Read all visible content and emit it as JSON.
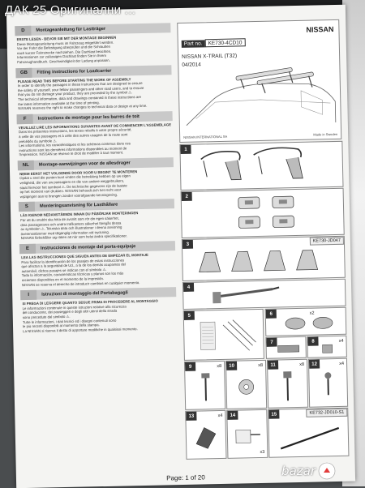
{
  "listing": {
    "title": "ДАК 25 Оригинални ..."
  },
  "header": {
    "brand": "NISSAN",
    "part_label": "Part no.",
    "part_value": "KE730-4CD10",
    "model": "NISSAN X-TRAIL (T32)",
    "date": "04/2014",
    "company": "NISSAN INTERNATIONAL SA",
    "made_in": "Made in Sweden"
  },
  "sections": [
    {
      "code": "D",
      "title": "Montageanleitung für Lastträger",
      "caps": "ERSTE LESEN - BEVOR SIE MIT DER MONTAGE BEGINNEN",
      "lines": [
        "Diese Montageanleitung muss im Fahrzeug mitgeführt werden.",
        "Vor der Fahrt die Befestigung überprüfen und die Schrauben",
        "nach kurzer Fahrstrecke nachziehen. Die Dachlast beachten.",
        "Informationen zur zulässigen Dachlast finden Sie in Ihrem",
        "Fahrzeughandbuch. Geschwindigkeit der Ladung anpassen."
      ]
    },
    {
      "code": "GB",
      "title": "Fitting instructions for Loadcarrier",
      "caps": "PLEASE READ THIS BEFORE STARTING THE WORK OF ASSEMBLY",
      "lines": [
        "In order to identify the passages in these instructions that are designed to ensure",
        "the safety of yourself, your fellow passengers and other road users, and to ensure",
        "that you do not damage your product, they are preceded by the symbol ⚠.",
        "The technical information, data and drawings contained in these instructions are",
        "the latest information available at the time of printing.",
        "NISSAN reserves the right to make changes to technical data or design at any time."
      ]
    },
    {
      "code": "F",
      "title": "Instructions de montage pour les barres de toit",
      "caps": "VEUILLEZ LIRE LES INFORMATIONS SUIVANTES AVANT DE COMMENCER L'ASSEMBLAGE",
      "lines": [
        "Dans les présentes instructions, les textes relatifs à votre propre sécurité,",
        "à celle de vos passagers et à celle des autres usagers de la route sont",
        "précédés du symbole ⚠.",
        "Les informations, les caractéristiques et les schémas contenus dans ces",
        "instructions sont les dernières informations disponibles au moment de",
        "l'impression. NISSAN se réserve le droit de modifier à tout moment."
      ]
    },
    {
      "code": "NL",
      "title": "Montage-aanwijzingen voor de allesdrager",
      "caps": "NEEM EERST HET VOLGENDE DOOR VOOR U BEGINT TE MONTEREN",
      "lines": [
        "Opdat u snel die punten kunt vinden die betrekking hebben op uw eigen",
        "veiligheid, die van uw passagiers en die van andere weggebruikers,",
        "staat hiervoor het symbool ⚠. De technische gegevens zijn de laatste",
        "op het moment van drukken. NISSAN behoudt zich het recht voor",
        "wijzigingen aan te brengen zonder voorafgaande kennisgeving."
      ]
    },
    {
      "code": "S",
      "title": "Monteringsanvisning för Lasthållare",
      "caps": "LÄS IGENOM NEDANSTÅENDE INNAN DU PÅBÖRJAR MONTERINGEN",
      "lines": [
        "För att du snabbt ska hitta de avsnitt som rör din egen säkerhet,",
        "dina passagerares och andra trafikanters säkerhet föregås dessa",
        "av symbolen ⚠. Tekniska data och illustrationer i denna anvisning",
        "överensstämmer med tillgänglig information vid tryckning.",
        "NISSAN förbehåller sig rätten att när som helst ändra specifikationer."
      ]
    },
    {
      "code": "E",
      "title": "Instrucciones de montaje del porta-equipaje",
      "caps": "LEA LAS INSTRUCCIONES QUE SIGUEN ANTES DE EMPEZAR EL MONTAJE",
      "lines": [
        "Para facilitar la identificación de los pasajes de estas instrucciones",
        "que afectan a la seguridad de Ud., a la de los demás ocupantes del",
        "automóvil, dichos pasajes se indican con el símbolo ⚠.",
        "Toda la información, características técnicas y planos son los más",
        "recientes disponibles en el momento de la impresión.",
        "NISSAN se reserva el derecho de introducir cambios en cualquier momento."
      ]
    },
    {
      "code": "I",
      "title": "Istruzioni di montaggio del Portabagagli",
      "caps": "SI PREGA DI LEGGERE QUANTO SEGUE PRIMA DI PROCEDERE AL MONTAGGIO",
      "lines": [
        "Le informazioni contenute in queste istruzioni relative alla sicurezza",
        "del conducente, dei passeggeri e degli altri utenti della strada",
        "sono precedute dal simbolo ⚠.",
        "Tutte le informazioni, i dati tecnici ed i disegni contenuti sono",
        "le più recenti disponibili al momento della stampa.",
        "La NISSAN si riserva il diritto di apportare modifiche in qualsiasi momento."
      ]
    }
  ],
  "steps": {
    "s1": "1",
    "s2": "2",
    "s3": "3",
    "s4": "4",
    "s5": "5",
    "s6": "6",
    "s7": "7",
    "s8": "8",
    "s9": "9",
    "s10": "10",
    "s11": "11",
    "s12": "12",
    "s13": "13",
    "s14": "14",
    "s15": "15",
    "kit3": "KE730-JD047",
    "kit15": "KE732-JD010-S1",
    "q_x2": "x2",
    "q_x4": "x4",
    "q_x8": "x8",
    "q_x3": "x3"
  },
  "footer": {
    "page": "Page: 1 of 20"
  },
  "watermark": {
    "text": "bazar",
    "icon": "bazar-logo-icon"
  }
}
